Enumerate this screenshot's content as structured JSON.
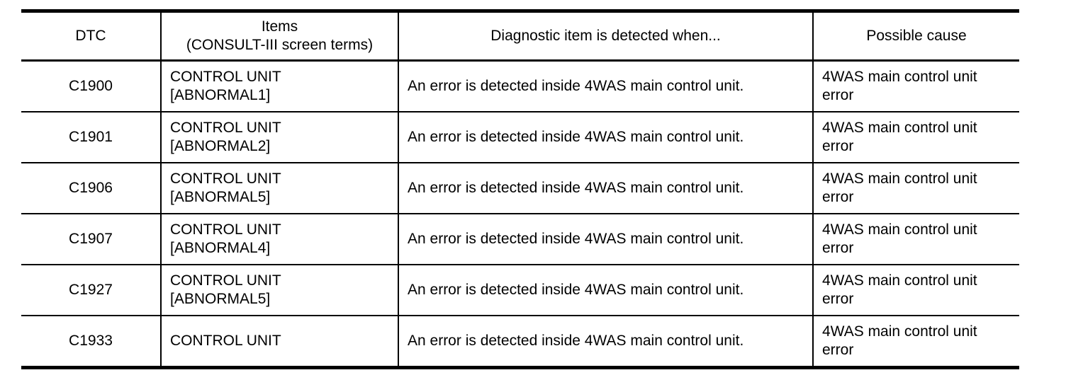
{
  "table": {
    "columns": [
      {
        "label": "DTC"
      },
      {
        "label": "Items\n(CONSULT-III screen terms)"
      },
      {
        "label": "Diagnostic item is detected when..."
      },
      {
        "label": "Possible cause"
      }
    ],
    "rows": [
      {
        "dtc": "C1900",
        "items": "CONTROL UNIT\n[ABNORMAL1]",
        "detected": "An error is detected inside 4WAS main control unit.",
        "cause": "4WAS main control unit\nerror"
      },
      {
        "dtc": "C1901",
        "items": "CONTROL UNIT\n[ABNORMAL2]",
        "detected": "An error is detected inside 4WAS main control unit.",
        "cause": "4WAS main control unit\nerror"
      },
      {
        "dtc": "C1906",
        "items": "CONTROL UNIT\n[ABNORMAL5]",
        "detected": "An error is detected inside 4WAS main control unit.",
        "cause": "4WAS main control unit\nerror"
      },
      {
        "dtc": "C1907",
        "items": "CONTROL UNIT\n[ABNORMAL4]",
        "detected": "An error is detected inside 4WAS main control unit.",
        "cause": "4WAS main control unit\nerror"
      },
      {
        "dtc": "C1927",
        "items": "CONTROL UNIT\n[ABNORMAL5]",
        "detected": "An error is detected inside 4WAS main control unit.",
        "cause": "4WAS main control unit\nerror"
      },
      {
        "dtc": "C1933",
        "items": "CONTROL UNIT",
        "detected": "An error is detected inside 4WAS main control unit.",
        "cause": "4WAS main control unit\nerror"
      }
    ]
  }
}
